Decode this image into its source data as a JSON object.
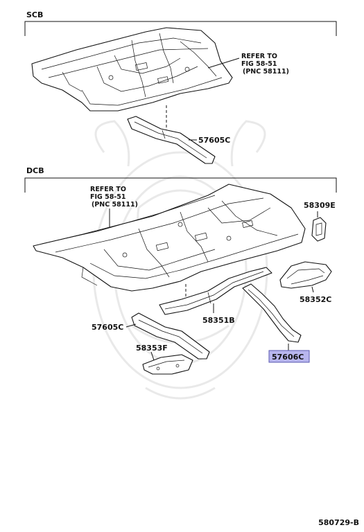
{
  "sections": {
    "scb": {
      "title": "SCB"
    },
    "dcb": {
      "title": "DCB"
    }
  },
  "scb_refer": {
    "line1": "REFER TO",
    "line2": "FIG 58-51",
    "line3": "(PNC 58111)"
  },
  "dcb_refer": {
    "line1": "REFER TO",
    "line2": "FIG 58-51",
    "line3": "(PNC 58111)"
  },
  "parts": {
    "scb_57605c": "57605C",
    "p58309e": "58309E",
    "p58352c": "58352C",
    "p58351b": "58351B",
    "dcb_57605c": "57605C",
    "p58353f": "58353F",
    "p57606c": "57606C"
  },
  "highlight_color": "#b8b6ee",
  "figure_code": "580729-B"
}
